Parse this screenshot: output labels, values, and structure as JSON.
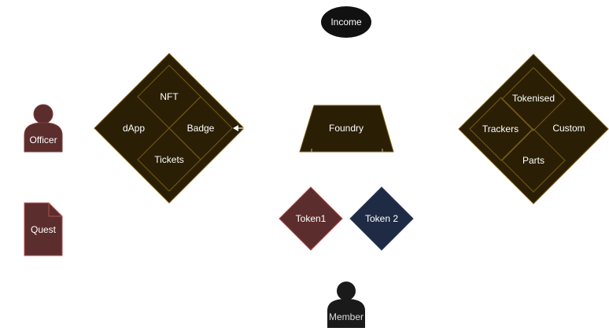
{
  "income": {
    "label": "Income",
    "fill": "#111111"
  },
  "left_diamond": {
    "fill": "#2a1f05",
    "stroke": "#7a5a10",
    "labels": {
      "nft": "NFT",
      "dapp": "dApp",
      "badge": "Badge",
      "tickets": "Tickets"
    }
  },
  "right_diamond": {
    "fill": "#2a1f05",
    "stroke": "#7a5a10",
    "labels": {
      "tokenised": "Tokenised",
      "trackers": "Trackers",
      "custom": "Custom",
      "parts": "Parts"
    }
  },
  "foundry": {
    "label": "Foundry",
    "fill": "#2a1f05",
    "stroke": "#7a5a10"
  },
  "officer": {
    "label": "Officer",
    "fill": "#5c2d2d",
    "stroke": "#7a3a3a"
  },
  "quest": {
    "label": "Quest",
    "fill": "#5c2d2d",
    "stroke": "#b05050"
  },
  "token1": {
    "label": "Token1",
    "fill": "#5c2d2d",
    "stroke": "#b04848"
  },
  "token2": {
    "label": "Token 2",
    "fill": "#1f2b45",
    "stroke": "#2d3c5c"
  },
  "member": {
    "label": "Member",
    "fill": "#1a1a1a"
  }
}
